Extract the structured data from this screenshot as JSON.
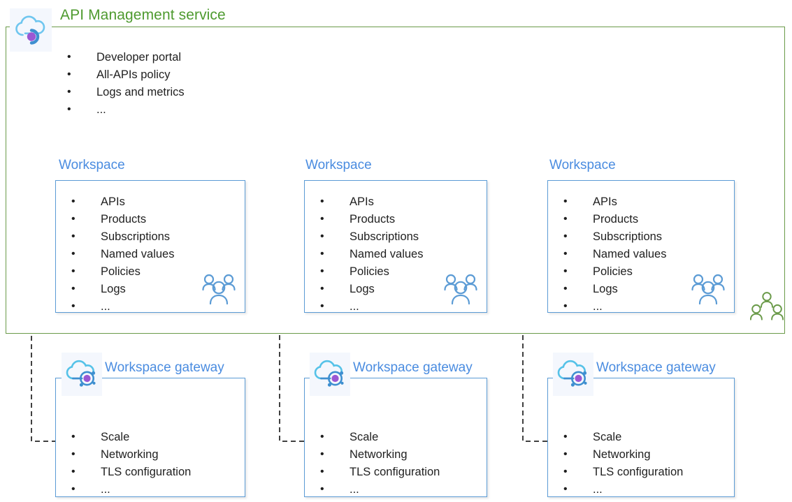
{
  "diagram": {
    "title": "API Management service",
    "accent_green": "#4e9a2f",
    "border_green": "#6a9a49",
    "accent_blue": "#4a8ce0",
    "box_blue": "#5b9bd5"
  },
  "service": {
    "label": "API Management service",
    "icon": "api-management-cloud-icon",
    "items": [
      "Developer portal",
      "All-APIs policy",
      "Logs and metrics",
      "..."
    ]
  },
  "workspaces": [
    {
      "label": "Workspace",
      "items": [
        "APIs",
        "Products",
        "Subscriptions",
        "Named values",
        "Policies",
        "Logs",
        "..."
      ],
      "icon": "people-group-icon"
    },
    {
      "label": "Workspace",
      "items": [
        "APIs",
        "Products",
        "Subscriptions",
        "Named values",
        "Policies",
        "Logs",
        "..."
      ],
      "icon": "people-group-icon"
    },
    {
      "label": "Workspace",
      "items": [
        "APIs",
        "Products",
        "Subscriptions",
        "Named values",
        "Policies",
        "Logs",
        "..."
      ],
      "icon": "people-group-icon"
    }
  ],
  "gateways": [
    {
      "label": "Workspace gateway",
      "icon": "workspace-gateway-cloud-icon",
      "items": [
        "Scale",
        "Networking",
        "TLS configuration",
        "..."
      ]
    },
    {
      "label": "Workspace gateway",
      "icon": "workspace-gateway-cloud-icon",
      "items": [
        "Scale",
        "Networking",
        "TLS configuration",
        "..."
      ]
    },
    {
      "label": "Workspace gateway",
      "icon": "workspace-gateway-cloud-icon",
      "items": [
        "Scale",
        "Networking",
        "TLS configuration",
        "..."
      ]
    }
  ],
  "service_users": {
    "icon": "people-group-icon-green"
  }
}
